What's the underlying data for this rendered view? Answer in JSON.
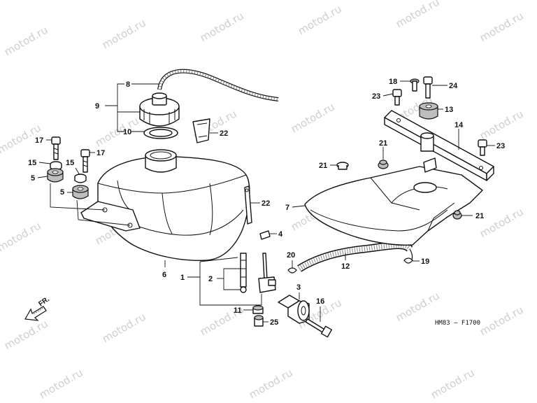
{
  "watermark": "motod.ru",
  "diagram_code": "HM83 – F1700",
  "direction_label": "FR.",
  "callouts": {
    "c1": "1",
    "c2": "2",
    "c3": "3",
    "c4": "4",
    "c5a": "5",
    "c5b": "5",
    "c6": "6",
    "c7": "7",
    "c8": "8",
    "c9": "9",
    "c10": "10",
    "c11": "11",
    "c12": "12",
    "c13": "13",
    "c14": "14",
    "c15a": "15",
    "c15b": "15",
    "c16": "16",
    "c17a": "17",
    "c17b": "17",
    "c18": "18",
    "c19": "19",
    "c20": "20",
    "c21a": "21",
    "c21b": "21",
    "c21c": "21",
    "c22a": "22",
    "c22b": "22",
    "c23a": "23",
    "c23b": "23",
    "c24": "24",
    "c25": "25"
  },
  "colors": {
    "line": "#111111",
    "watermark": "#cfcfcf",
    "fill": "#ffffff",
    "shade": "#bdbdbd"
  },
  "icons": {
    "direction": "arrow-down-left-icon"
  }
}
